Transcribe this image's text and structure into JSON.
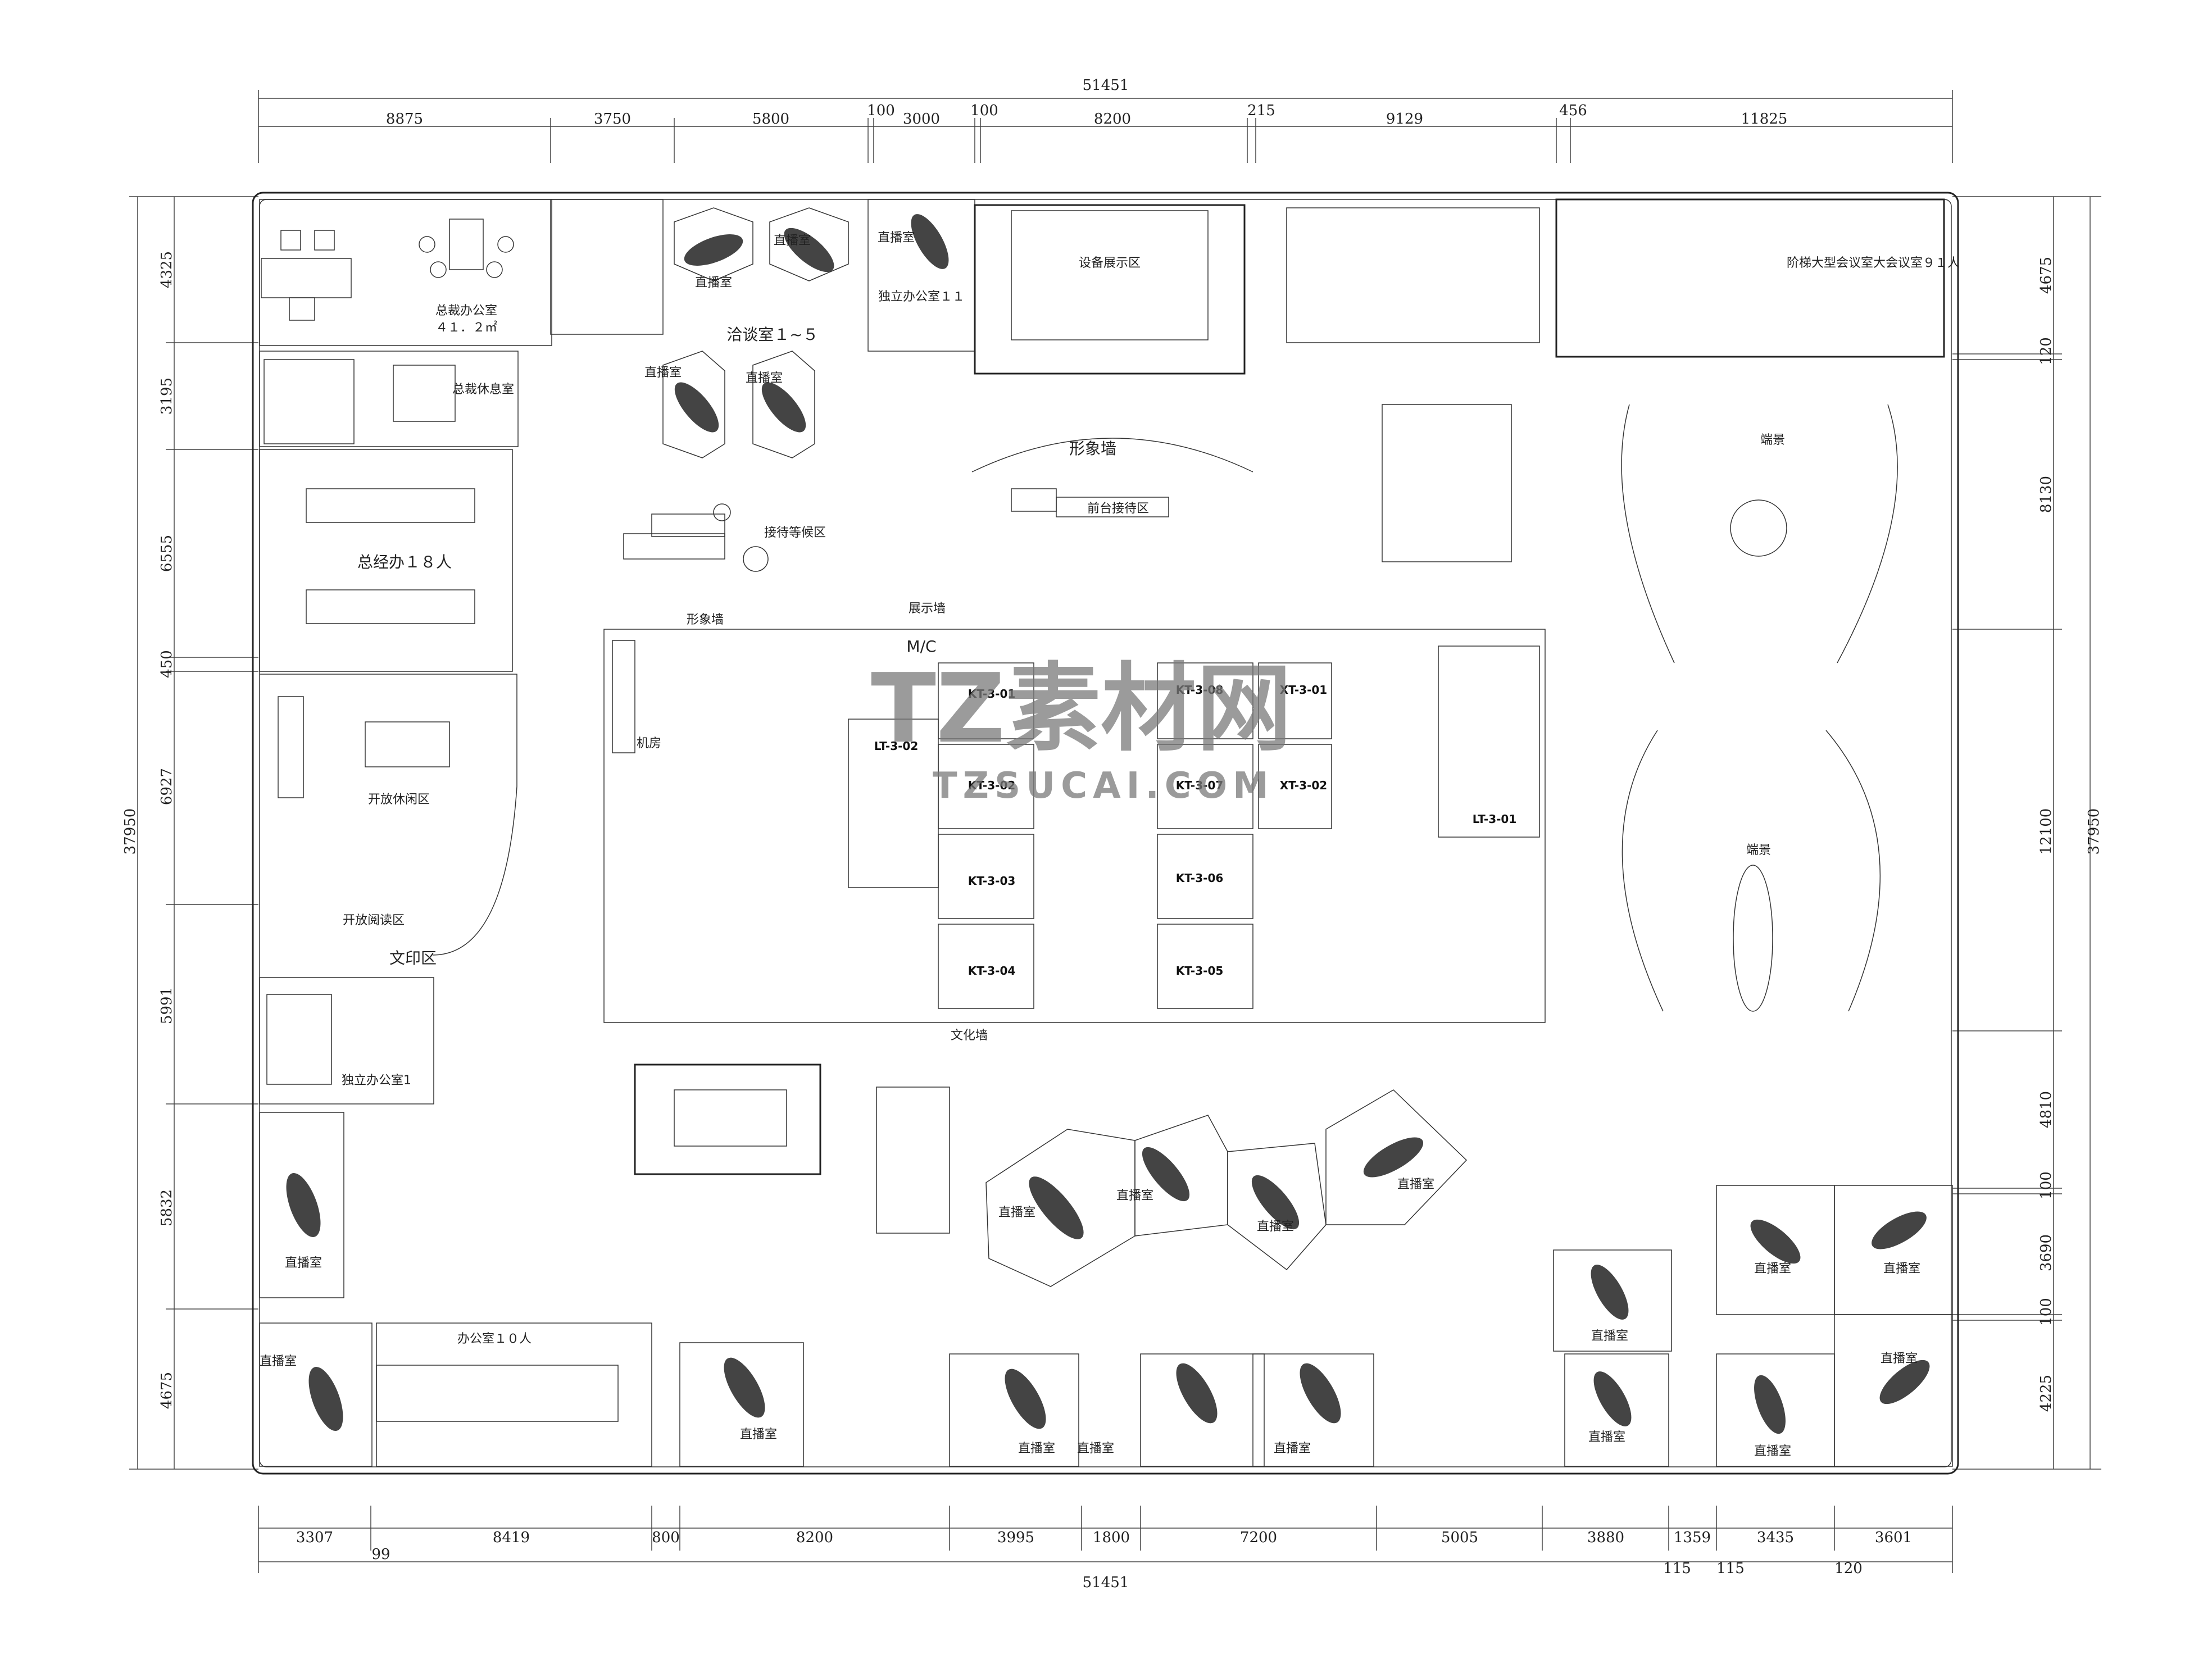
{
  "dimensions": {
    "top_total": "51451",
    "top_segments": [
      "8875",
      "3750",
      "5800",
      "100",
      "3000",
      "100",
      "8200",
      "215",
      "9129",
      "456",
      "11825"
    ],
    "bottom_total": "51451",
    "bottom_segments": [
      "3307",
      "8419",
      "800",
      "8200",
      "3995",
      "1800",
      "7200",
      "5005",
      "3880",
      "1359",
      "3435",
      "3601"
    ],
    "bottom_small": [
      "99",
      "115",
      "115",
      "120"
    ],
    "left_total": "37950",
    "left_segments": [
      "4325",
      "3195",
      "6555",
      "450",
      "6927",
      "5991",
      "5832",
      "4675"
    ],
    "right_total": "37950",
    "right_segments": [
      "4675",
      "120",
      "8130",
      "12100",
      "4810",
      "100",
      "3690",
      "100",
      "4225"
    ]
  },
  "rooms": {
    "ceo_office": "总裁办公室",
    "ceo_office_area": "４１．２㎡",
    "ceo_rest": "总裁休息室",
    "gm_office": "总经办１８人",
    "open_lounge": "开放休闲区",
    "open_reading": "开放阅读区",
    "print_area": "文印区",
    "private_office_1": "独立办公室1",
    "private_office_11": "独立办公室１１",
    "negotiation": "洽谈室１~５",
    "equipment_display": "设备展示区",
    "auditorium": "阶梯大型会议室大会议室９１人",
    "image_wall": "形象墙",
    "reception": "前台接待区",
    "waiting": "接待等候区",
    "display_wall": "展示墙",
    "image_wall_small": "形象墙",
    "machine_room": "机房",
    "culture_wall": "文化墙",
    "office_10": "办公室１０人",
    "landscape_1": "端景",
    "landscape_2": "端景",
    "mc": "M/C",
    "live_room": "直播室"
  },
  "elevators": [
    "KT-3-01",
    "KT-3-02",
    "KT-3-03",
    "KT-3-04",
    "KT-3-08",
    "KT-3-07",
    "KT-3-06",
    "KT-3-05",
    "XT-3-01",
    "XT-3-02"
  ],
  "stairs": [
    "LT-3-02",
    "LT-3-01"
  ],
  "watermark": {
    "main": "TZ素材网",
    "sub": "TZSUCAI.COM"
  }
}
